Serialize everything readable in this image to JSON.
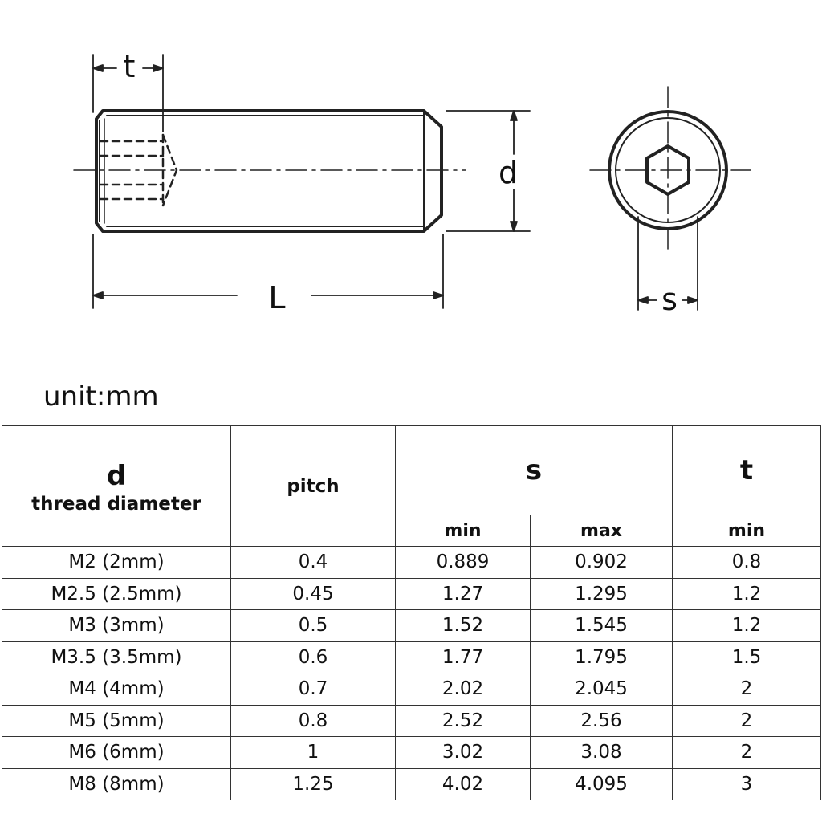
{
  "drawing": {
    "labels": {
      "t": "t",
      "d": "d",
      "L": "L",
      "s": "s"
    }
  },
  "unit_label": "unit:mm",
  "table": {
    "headers": {
      "d_symbol": "d",
      "d_desc": "thread diameter",
      "pitch": "pitch",
      "s": "s",
      "t": "t",
      "s_min": "min",
      "s_max": "max",
      "t_min": "min"
    },
    "rows": [
      {
        "d": "M2 (2mm)",
        "pitch": "0.4",
        "s_min": "0.889",
        "s_max": "0.902",
        "t_min": "0.8"
      },
      {
        "d": "M2.5 (2.5mm)",
        "pitch": "0.45",
        "s_min": "1.27",
        "s_max": "1.295",
        "t_min": "1.2"
      },
      {
        "d": "M3 (3mm)",
        "pitch": "0.5",
        "s_min": "1.52",
        "s_max": "1.545",
        "t_min": "1.2"
      },
      {
        "d": "M3.5 (3.5mm)",
        "pitch": "0.6",
        "s_min": "1.77",
        "s_max": "1.795",
        "t_min": "1.5"
      },
      {
        "d": "M4 (4mm)",
        "pitch": "0.7",
        "s_min": "2.02",
        "s_max": "2.045",
        "t_min": "2"
      },
      {
        "d": "M5 (5mm)",
        "pitch": "0.8",
        "s_min": "2.52",
        "s_max": "2.56",
        "t_min": "2"
      },
      {
        "d": "M6 (6mm)",
        "pitch": "1",
        "s_min": "3.02",
        "s_max": "3.08",
        "t_min": "2"
      },
      {
        "d": "M8 (8mm)",
        "pitch": "1.25",
        "s_min": "4.02",
        "s_max": "4.095",
        "t_min": "3"
      }
    ]
  }
}
